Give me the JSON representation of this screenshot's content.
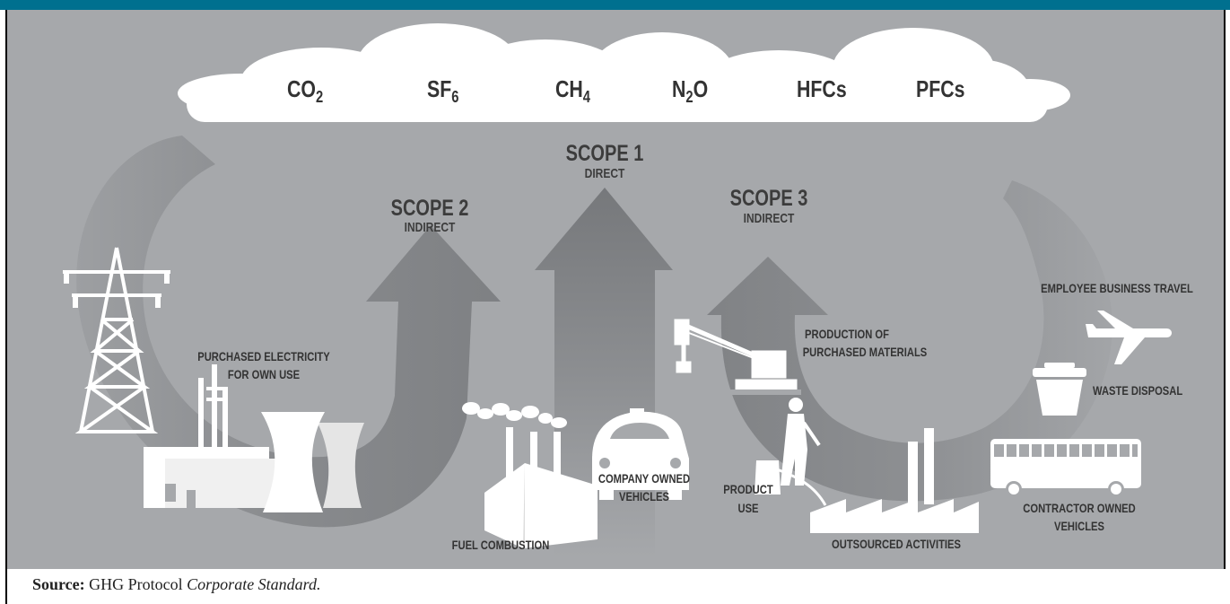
{
  "gases": [
    {
      "base": "CO",
      "sub": "2"
    },
    {
      "base": "SF",
      "sub": "6"
    },
    {
      "base": "CH",
      "sub": "4"
    },
    {
      "base": "N",
      "sub": "2",
      "tail": "O"
    },
    {
      "base": "HFCs",
      "sub": "",
      "tail": ""
    },
    {
      "base": "PFCs",
      "sub": "",
      "tail": ""
    }
  ],
  "scopes": {
    "scope1": {
      "title": "SCOPE 1",
      "subtitle": "DIRECT"
    },
    "scope2": {
      "title": "SCOPE 2",
      "subtitle": "INDIRECT"
    },
    "scope3": {
      "title": "SCOPE 3",
      "subtitle": "INDIRECT"
    }
  },
  "labels": {
    "purchased_electricity_1": "PURCHASED ELECTRICITY",
    "purchased_electricity_2": "FOR OWN USE",
    "fuel_combustion": "FUEL COMBUSTION",
    "company_vehicles_1": "COMPANY OWNED",
    "company_vehicles_2": "VEHICLES",
    "production_materials_1": "PRODUCTION OF",
    "production_materials_2": "PURCHASED MATERIALS",
    "product_use_1": "PRODUCT",
    "product_use_2": "USE",
    "outsourced": "OUTSOURCED ACTIVITIES",
    "business_travel": "EMPLOYEE BUSINESS TRAVEL",
    "waste_disposal": "WASTE DISPOSAL",
    "contractor_vehicles_1": "CONTRACTOR OWNED",
    "contractor_vehicles_2": "VEHICLES"
  },
  "source": {
    "prefix": "Source:",
    "text": " GHG Protocol ",
    "italic": "Corporate Standard."
  },
  "colors": {
    "header": "#00708f",
    "background": "#a6a8ab",
    "cloud": "#ffffff",
    "arrow": "#7d7f82",
    "text": "#333333"
  },
  "icons": [
    "transmission-tower-icon",
    "power-plant-icon",
    "factory-icon",
    "car-icon",
    "excavator-crane-icon",
    "person-with-equipment-icon",
    "airplane-icon",
    "trash-can-icon",
    "bus-icon",
    "outsourced-factory-icon"
  ]
}
